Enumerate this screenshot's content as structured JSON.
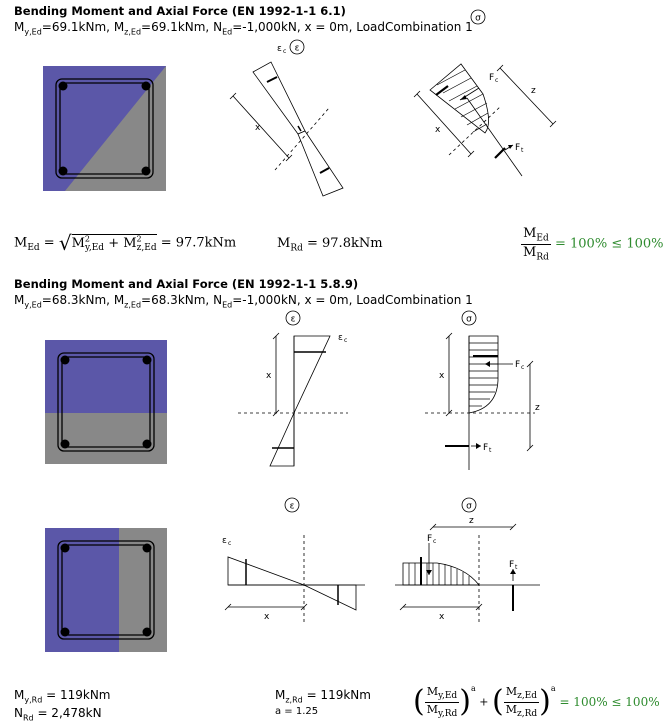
{
  "section1": {
    "title": "Bending Moment and Axial Force (EN 1992-1-1 6.1)",
    "forces": {
      "my_label": "M",
      "my_sub": "y,Ed",
      "my_val": "=69.1kNm, ",
      "mz_label": "M",
      "mz_sub": "z,Ed",
      "mz_val": "=69.1kNm, ",
      "n_label": "N",
      "n_sub": "Ed",
      "n_val": "=-1,000kN, x = 0m, LoadCombination 1"
    },
    "strain_symbol": "ε",
    "stress_symbol": "σ",
    "eps_c": "ε",
    "eps_c_sub": "c",
    "fc": "F",
    "fc_sub": "c",
    "ft": "F",
    "ft_sub": "t",
    "x_label": "x",
    "z_label": "z",
    "med_formula_lhs": "M",
    "med_formula_lhs_sub": "Ed",
    "med_formula_eq": " = ",
    "med_sqrt_a": "M",
    "med_sqrt_a_sub": "y,Ed",
    "med_sqrt_plus": " + M",
    "med_sqrt_b_sub": "z,Ed",
    "med_sq": "2",
    "med_result": " = 97.7kNm",
    "mrd_label": "M",
    "mrd_sub": "Rd",
    "mrd_value": " = 97.8kNm",
    "ratio_num": "M",
    "ratio_num_sub": "Ed",
    "ratio_den": "M",
    "ratio_den_sub": "Rd",
    "ratio_result": " = 100% ≤ 100%"
  },
  "section2": {
    "title": "Bending Moment and Axial Force (EN 1992-1-1 5.8.9)",
    "forces": {
      "my_label": "M",
      "my_sub": "y,Ed",
      "my_val": "=68.3kNm, ",
      "mz_label": "M",
      "mz_sub": "z,Ed",
      "mz_val": "=68.3kNm, ",
      "n_label": "N",
      "n_sub": "Ed",
      "n_val": "=-1,000kN, x = 0m, LoadCombination 1"
    },
    "myrd_label": "M",
    "myrd_sub": "y,Rd",
    "myrd_value": " = 119kNm",
    "nrd_label": "N",
    "nrd_sub": "Rd",
    "nrd_value": " = 2,478kN",
    "mzrd_label": "M",
    "mzrd_sub": "z,Rd",
    "mzrd_value": " = 119kNm",
    "a_label": "a = 1.25",
    "inter_f1_num": "M",
    "inter_f1_num_sub": "y,Ed",
    "inter_f1_den": "M",
    "inter_f1_den_sub": "y,Rd",
    "inter_exp": "a",
    "inter_plus": "+",
    "inter_f2_num": "M",
    "inter_f2_num_sub": "z,Ed",
    "inter_f2_den": "M",
    "inter_f2_den_sub": "z,Rd",
    "inter_result": " = 100% ≤ 100%"
  },
  "colors": {
    "compression": "#5b57a8",
    "tension": "#888888",
    "result_green": "#2e8b2e"
  }
}
